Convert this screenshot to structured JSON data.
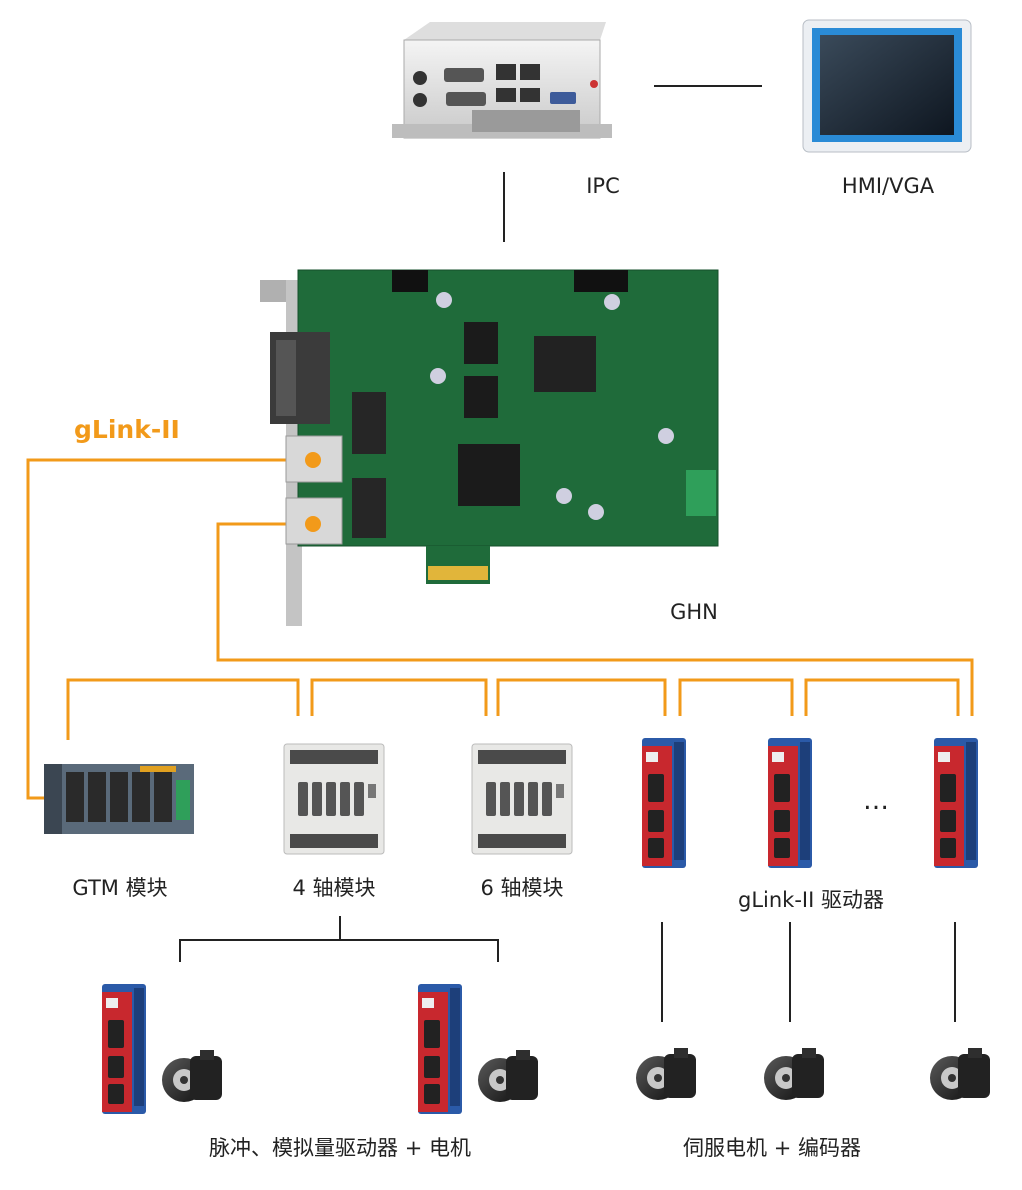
{
  "labels": {
    "ipc": "IPC",
    "hmi": "HMI/VGA",
    "ghn": "GHN",
    "glink": "gLink-II",
    "gtm": "GTM 模块",
    "axis4": "4 轴模块",
    "axis6": "6 轴模块",
    "drivers": "gLink-II 驱动器",
    "ellipsis": "…",
    "pulse_group": "脉冲、模拟量驱动器 + 电机",
    "servo_group": "伺服电机 + 编码器"
  },
  "colors": {
    "link_orange": "#f29a1a",
    "line_black": "#222222",
    "pcb_green": "#1f6b3a",
    "driver_red": "#c8282e",
    "driver_blue": "#2b5aa8"
  },
  "icons": {
    "ipc": "industrial-pc-icon",
    "hmi": "touch-monitor-icon",
    "ghn": "pcie-motion-card-icon",
    "gtm": "io-rack-module-icon",
    "axis_module": "axis-module-icon",
    "driver": "servo-driver-icon",
    "motor": "servo-motor-icon"
  }
}
